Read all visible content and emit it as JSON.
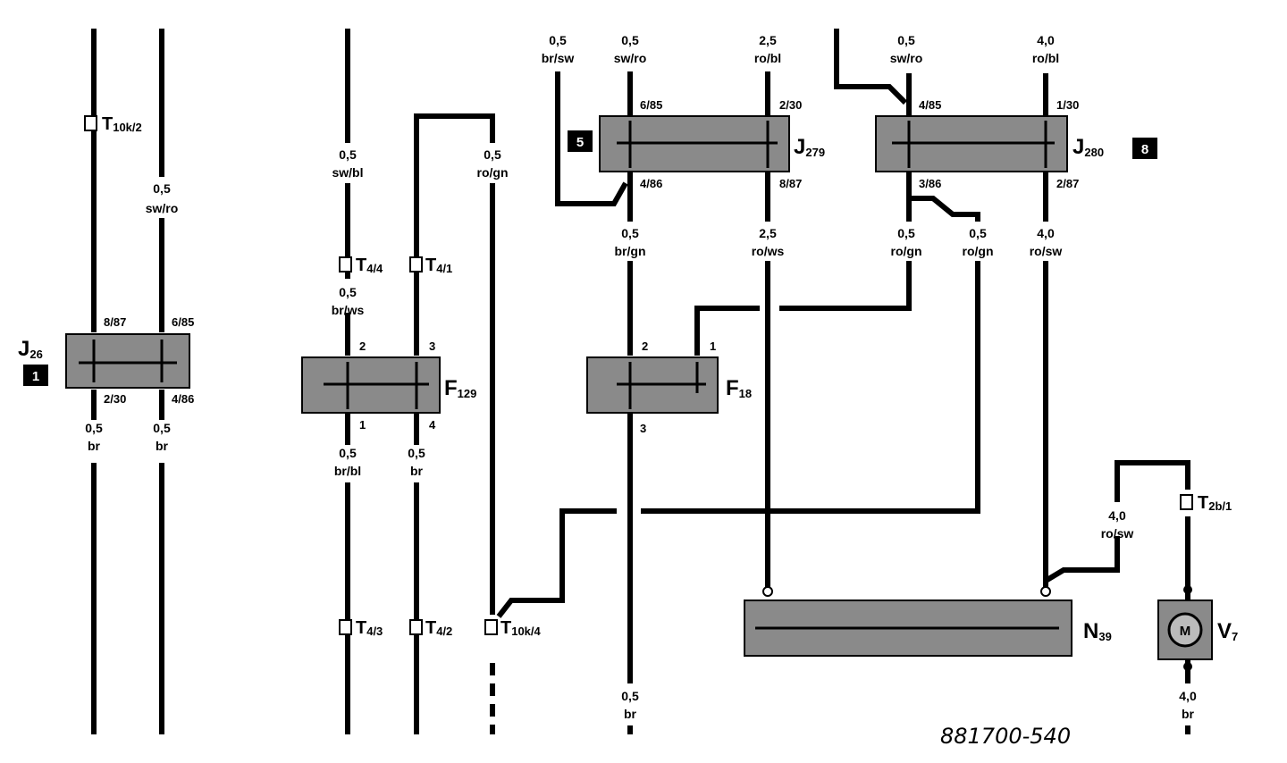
{
  "drawing_ref": "881700-540",
  "components": {
    "j26": {
      "name": "J",
      "sub": "26",
      "badge": "1",
      "pin_top_left": "8/87",
      "pin_top_right": "6/85",
      "pin_bot_left": "2/30",
      "pin_bot_right": "4/86"
    },
    "f129": {
      "name": "F",
      "sub": "129",
      "pin_tl": "2",
      "pin_tr": "3",
      "pin_bl": "1",
      "pin_br": "4"
    },
    "f18": {
      "name": "F",
      "sub": "18",
      "pin_tl": "2",
      "pin_tr": "1",
      "pin_b": "3"
    },
    "j279": {
      "name": "J",
      "sub": "279",
      "badge": "5",
      "pin_tl": "6/85",
      "pin_tr": "2/30",
      "pin_bl": "4/86",
      "pin_br": "8/87"
    },
    "j280": {
      "name": "J",
      "sub": "280",
      "badge": "8",
      "pin_tl": "4/85",
      "pin_tr": "1/30",
      "pin_bl": "3/86",
      "pin_br": "2/87"
    },
    "n39": {
      "name": "N",
      "sub": "39"
    },
    "v7": {
      "name": "V",
      "sub": "7"
    }
  },
  "connectors": {
    "t10k2": {
      "name": "T",
      "sub": "10k/2"
    },
    "t44": {
      "name": "T",
      "sub": "4/4"
    },
    "t41": {
      "name": "T",
      "sub": "4/1"
    },
    "t43": {
      "name": "T",
      "sub": "4/3"
    },
    "t42": {
      "name": "T",
      "sub": "4/2"
    },
    "t10k4": {
      "name": "T",
      "sub": "10k/4"
    },
    "t2b1": {
      "name": "T",
      "sub": "2b/1"
    }
  },
  "wire_labels": {
    "swro_left": {
      "size": "0,5",
      "color": "sw/ro"
    },
    "j26_br1": {
      "size": "0,5",
      "color": "br"
    },
    "j26_br2": {
      "size": "0,5",
      "color": "br"
    },
    "swbl": {
      "size": "0,5",
      "color": "sw/bl"
    },
    "rogn_left": {
      "size": "0,5",
      "color": "ro/gn"
    },
    "brws": {
      "size": "0,5",
      "color": "br/ws"
    },
    "brbl": {
      "size": "0,5",
      "color": "br/bl"
    },
    "br_f129": {
      "size": "0,5",
      "color": "br"
    },
    "brsw": {
      "size": "0,5",
      "color": "br/sw"
    },
    "swro_j279": {
      "size": "0,5",
      "color": "sw/ro"
    },
    "robl_j279": {
      "size": "2,5",
      "color": "ro/bl"
    },
    "swro_j280": {
      "size": "0,5",
      "color": "sw/ro"
    },
    "robl_j280": {
      "size": "4,0",
      "color": "ro/bl"
    },
    "brgn": {
      "size": "0,5",
      "color": "br/gn"
    },
    "rows": {
      "size": "2,5",
      "color": "ro/ws"
    },
    "rogn_a": {
      "size": "0,5",
      "color": "ro/gn"
    },
    "rogn_b": {
      "size": "0,5",
      "color": "ro/gn"
    },
    "rosw_j280": {
      "size": "4,0",
      "color": "ro/sw"
    },
    "rosw_v7": {
      "size": "4,0",
      "color": "ro/sw"
    },
    "br_f18": {
      "size": "0,5",
      "color": "br"
    },
    "br_v7": {
      "size": "4,0",
      "color": "br"
    }
  }
}
